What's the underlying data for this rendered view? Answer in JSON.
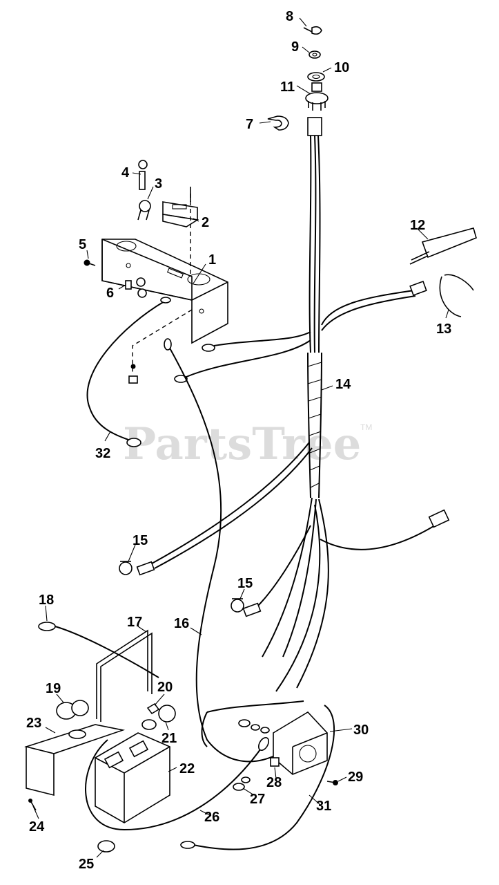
{
  "watermark": "PartsTree",
  "trademark": "TM",
  "callouts": [
    "1",
    "2",
    "3",
    "4",
    "5",
    "6",
    "7",
    "8",
    "9",
    "10",
    "11",
    "12",
    "13",
    "14",
    "15",
    "15",
    "16",
    "17",
    "18",
    "19",
    "20",
    "21",
    "22",
    "23",
    "24",
    "25",
    "26",
    "27",
    "28",
    "29",
    "30",
    "31",
    "32"
  ]
}
